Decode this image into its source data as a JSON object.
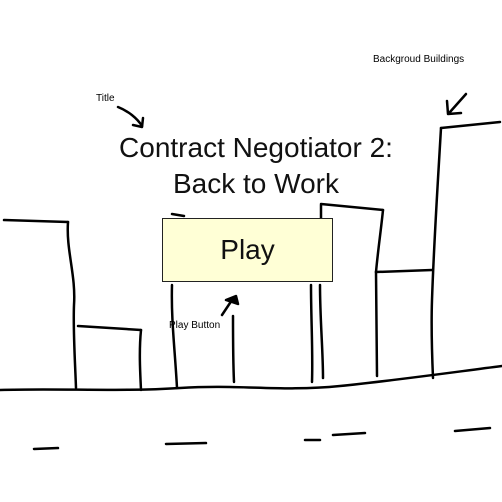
{
  "annotations": {
    "title_note": "Title",
    "buildings_note": "Backgroud Buildings",
    "play_note": "Play Button"
  },
  "title": {
    "line1": "Contract Negotiator 2:",
    "line2": "Back to Work"
  },
  "play_button": {
    "label": "Play",
    "fill_color": "#ffffd6"
  }
}
